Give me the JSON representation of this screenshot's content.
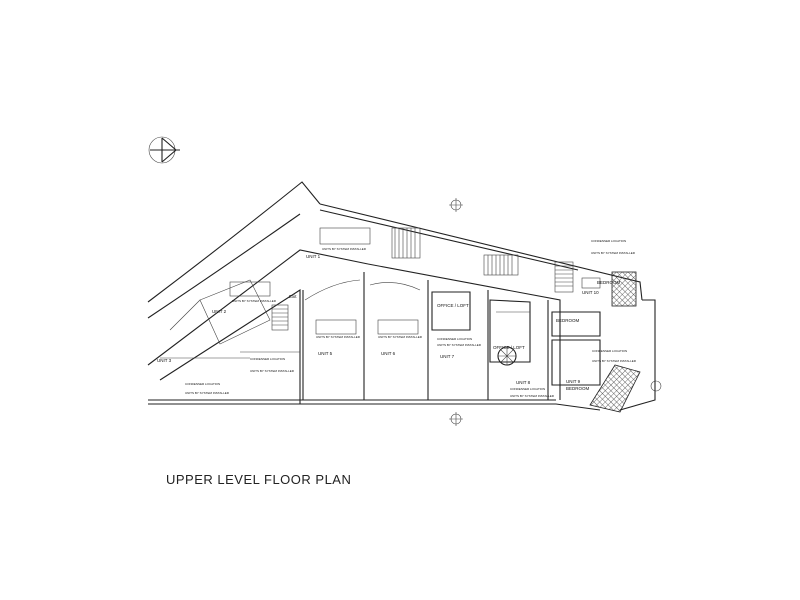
{
  "title": "UPPER LEVEL FLOOR PLAN",
  "rooms": {
    "unit1": "UNIT 1",
    "unit2": "UNIT 2",
    "unit3": "UNIT 3",
    "unit5": "UNIT 5",
    "unit6": "UNIT 6",
    "unit7": "UNIT 7",
    "unit8": "UNIT 8",
    "unit9": "UNIT 9",
    "unit10": "UNIT 10",
    "office_loft_1": "OFFICE / LOFT",
    "office_loft_2": "OFFICE / LOFT",
    "bedroom_1": "BEDROOM",
    "bedroom_2": "BEDROOM",
    "bedroom_3": "BEDROOM",
    "exit": "Exit"
  },
  "notes": {
    "installer": "UNITS BY SYSTEM INSTALLER",
    "location": "CONDENSER LOCATION"
  }
}
